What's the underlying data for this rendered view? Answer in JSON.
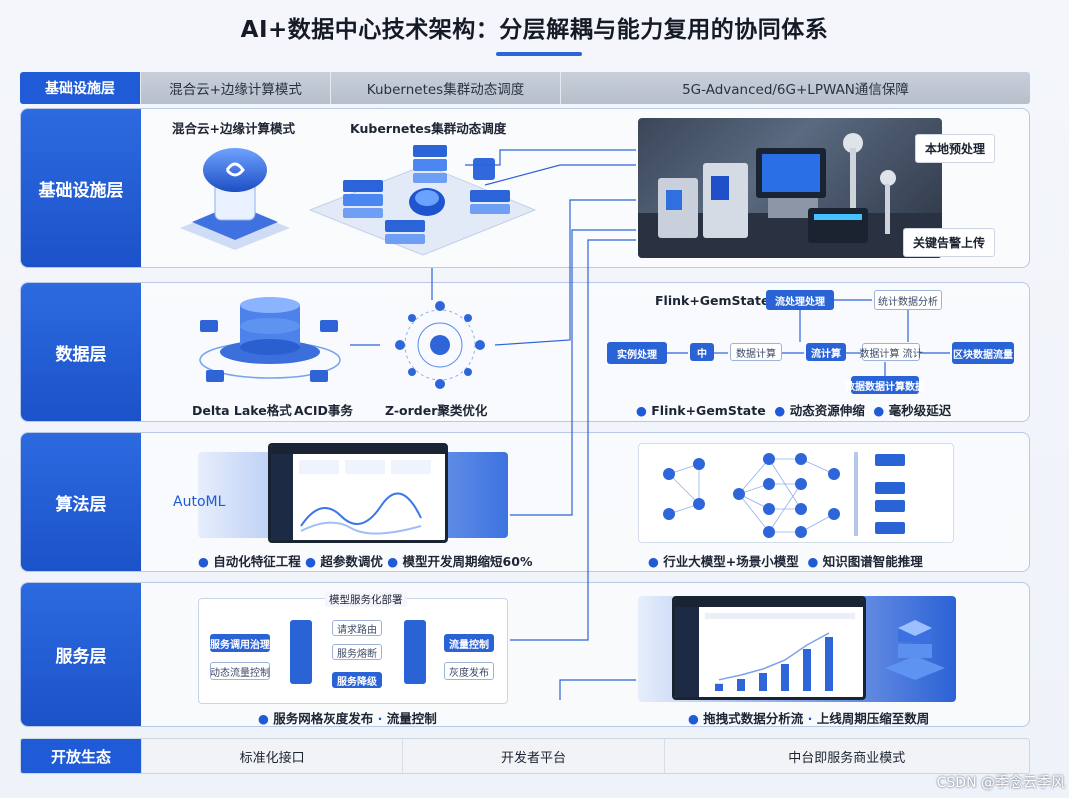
{
  "title": "AI+数据中心技术架构：分层解耦与能力复用的协同体系",
  "header": {
    "label": "基础设施层",
    "segments": [
      "混合云+边缘计算模式",
      "Kubernetes集群动态调度",
      "5G-Advanced/6G+LPWAN通信保障"
    ]
  },
  "infra": {
    "label": "基础设施层",
    "cloud_caption": "混合云+边缘计算模式",
    "k8s_caption": "Kubernetes集群动态调度",
    "tag_local": "本地预处理",
    "tag_alert": "关键告警上传"
  },
  "data": {
    "label": "数据层",
    "lake_caption1": "Delta Lake格式",
    "lake_caption2": "ACID事务",
    "zorder_caption": "Z-order聚类优化",
    "flink_title": "Flink+GemState",
    "flow": {
      "realtime": "实例处理",
      "batch": "流处理处理",
      "node_a": "中",
      "node_b": "数据计算",
      "node_c": "流计算",
      "node_d": "数据计算 流计",
      "side_top": "统计数据分析",
      "side_bottom": "数据数据计算数据",
      "out": "区块数据流量"
    },
    "bullets": [
      "Flink+GemState",
      "动态资源伸缩",
      "毫秒级延迟"
    ]
  },
  "algo": {
    "label": "算法层",
    "automl": "AutoML",
    "bullets_left": [
      "自动化特征工程",
      "超参数调优",
      "模型开发周期缩短60%"
    ],
    "bullets_right": [
      "行业大模型+场景小模型",
      "知识图谱智能推理"
    ]
  },
  "service": {
    "label": "服务层",
    "diagram_title": "模型服务化部署",
    "boxes": {
      "left_blue": "服务调用治理",
      "left_white": "动态流量控制",
      "mid1": "请求路由",
      "mid2": "服务熔断",
      "mid3": "服务降级",
      "right_blue": "流量控制",
      "right_white": "灰度发布"
    },
    "bullets_left": [
      "服务网格灰度发布",
      "流量控制"
    ],
    "bullets_right": [
      "拖拽式数据分析流",
      "上线周期压缩至数周"
    ]
  },
  "ecosystem": {
    "label": "开放生态",
    "segments": [
      "标准化接口",
      "开发者平台",
      "中台即服务商业模式"
    ]
  },
  "watermark": "CSDN @季念云季风",
  "chart": {
    "bars": [
      0.12,
      0.2,
      0.3,
      0.45,
      0.7,
      0.9
    ]
  },
  "colors": {
    "accent": "#1f5bd6",
    "label_bg": "#2c6ae0"
  }
}
